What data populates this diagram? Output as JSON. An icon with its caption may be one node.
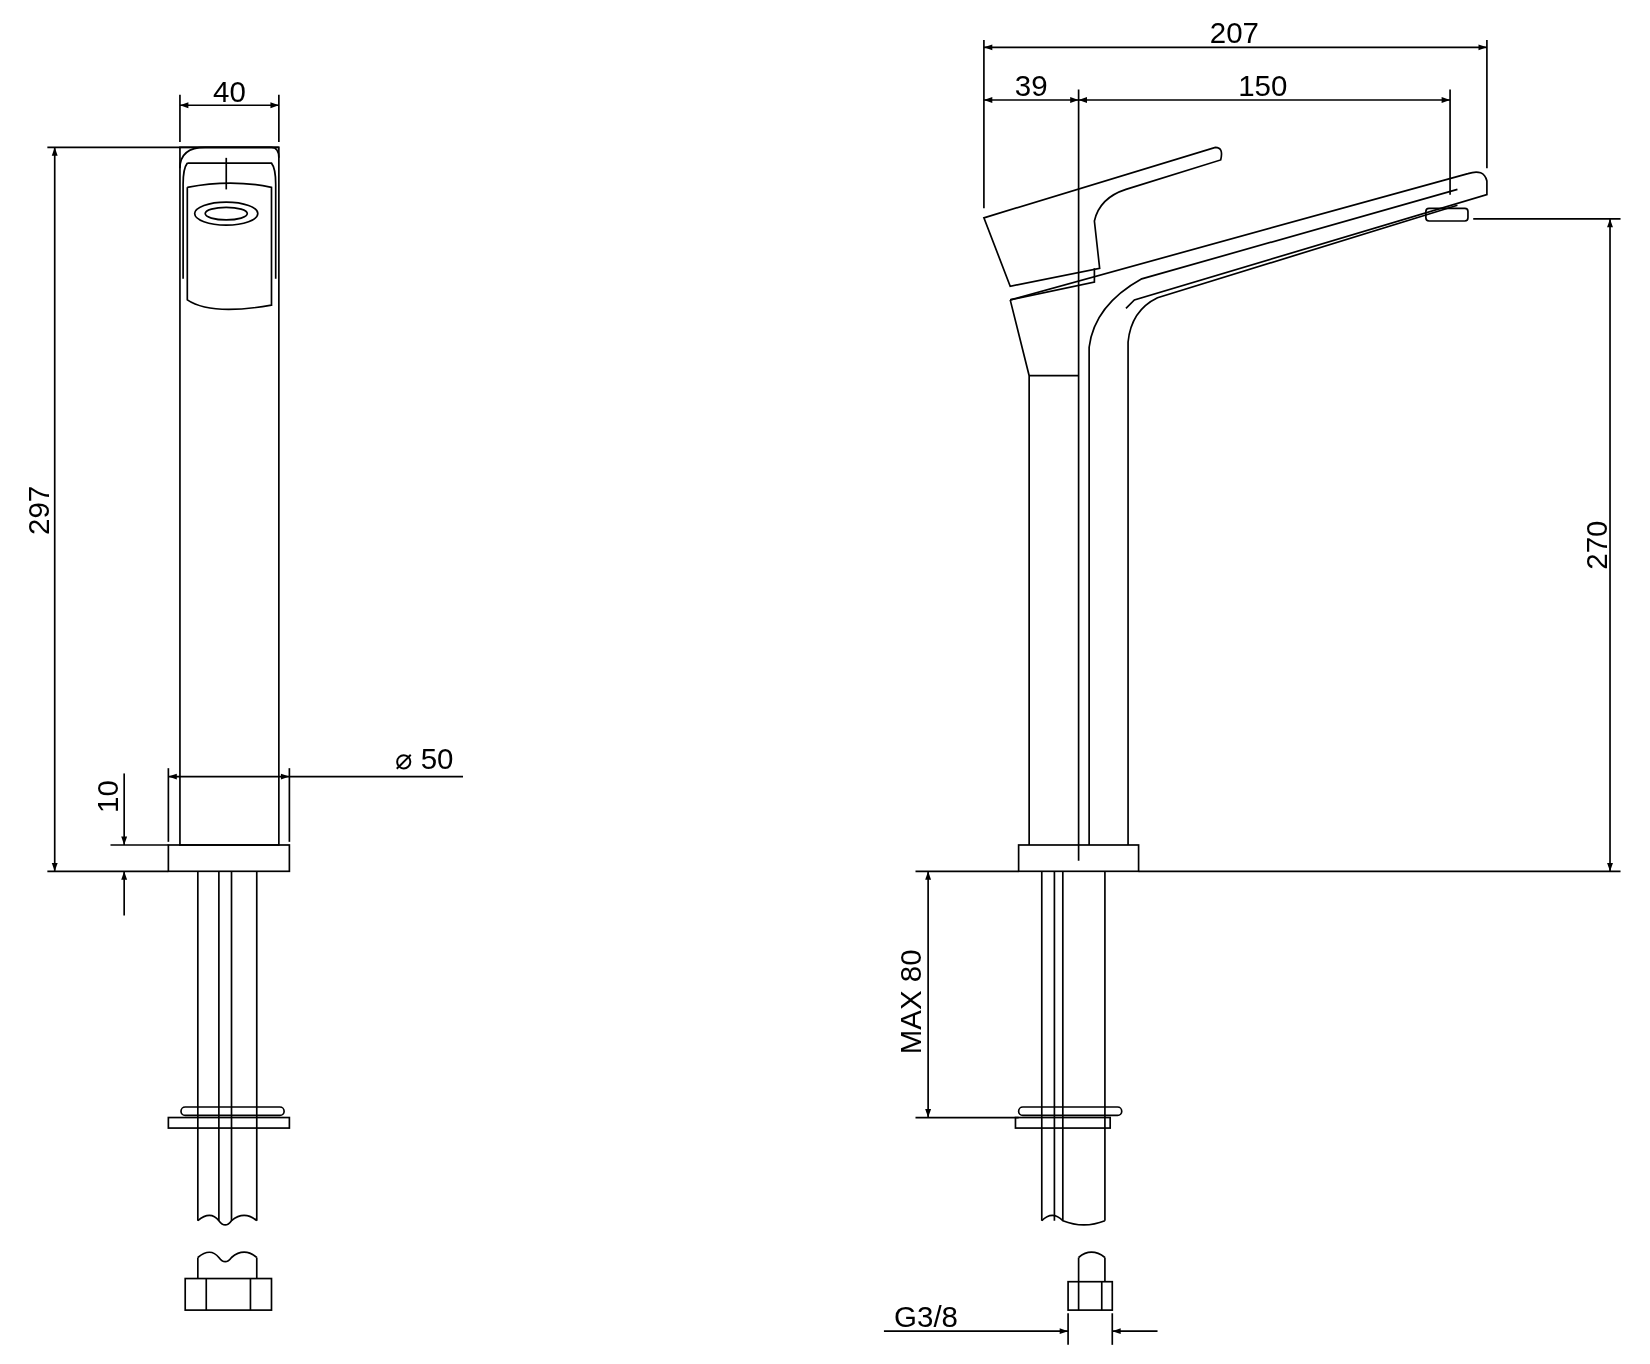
{
  "diagram": {
    "labels": [
      "207",
      "40",
      "39",
      "150",
      "297",
      "270",
      "⌀ 50",
      "10",
      "MAX 80",
      "G3/8"
    ]
  }
}
